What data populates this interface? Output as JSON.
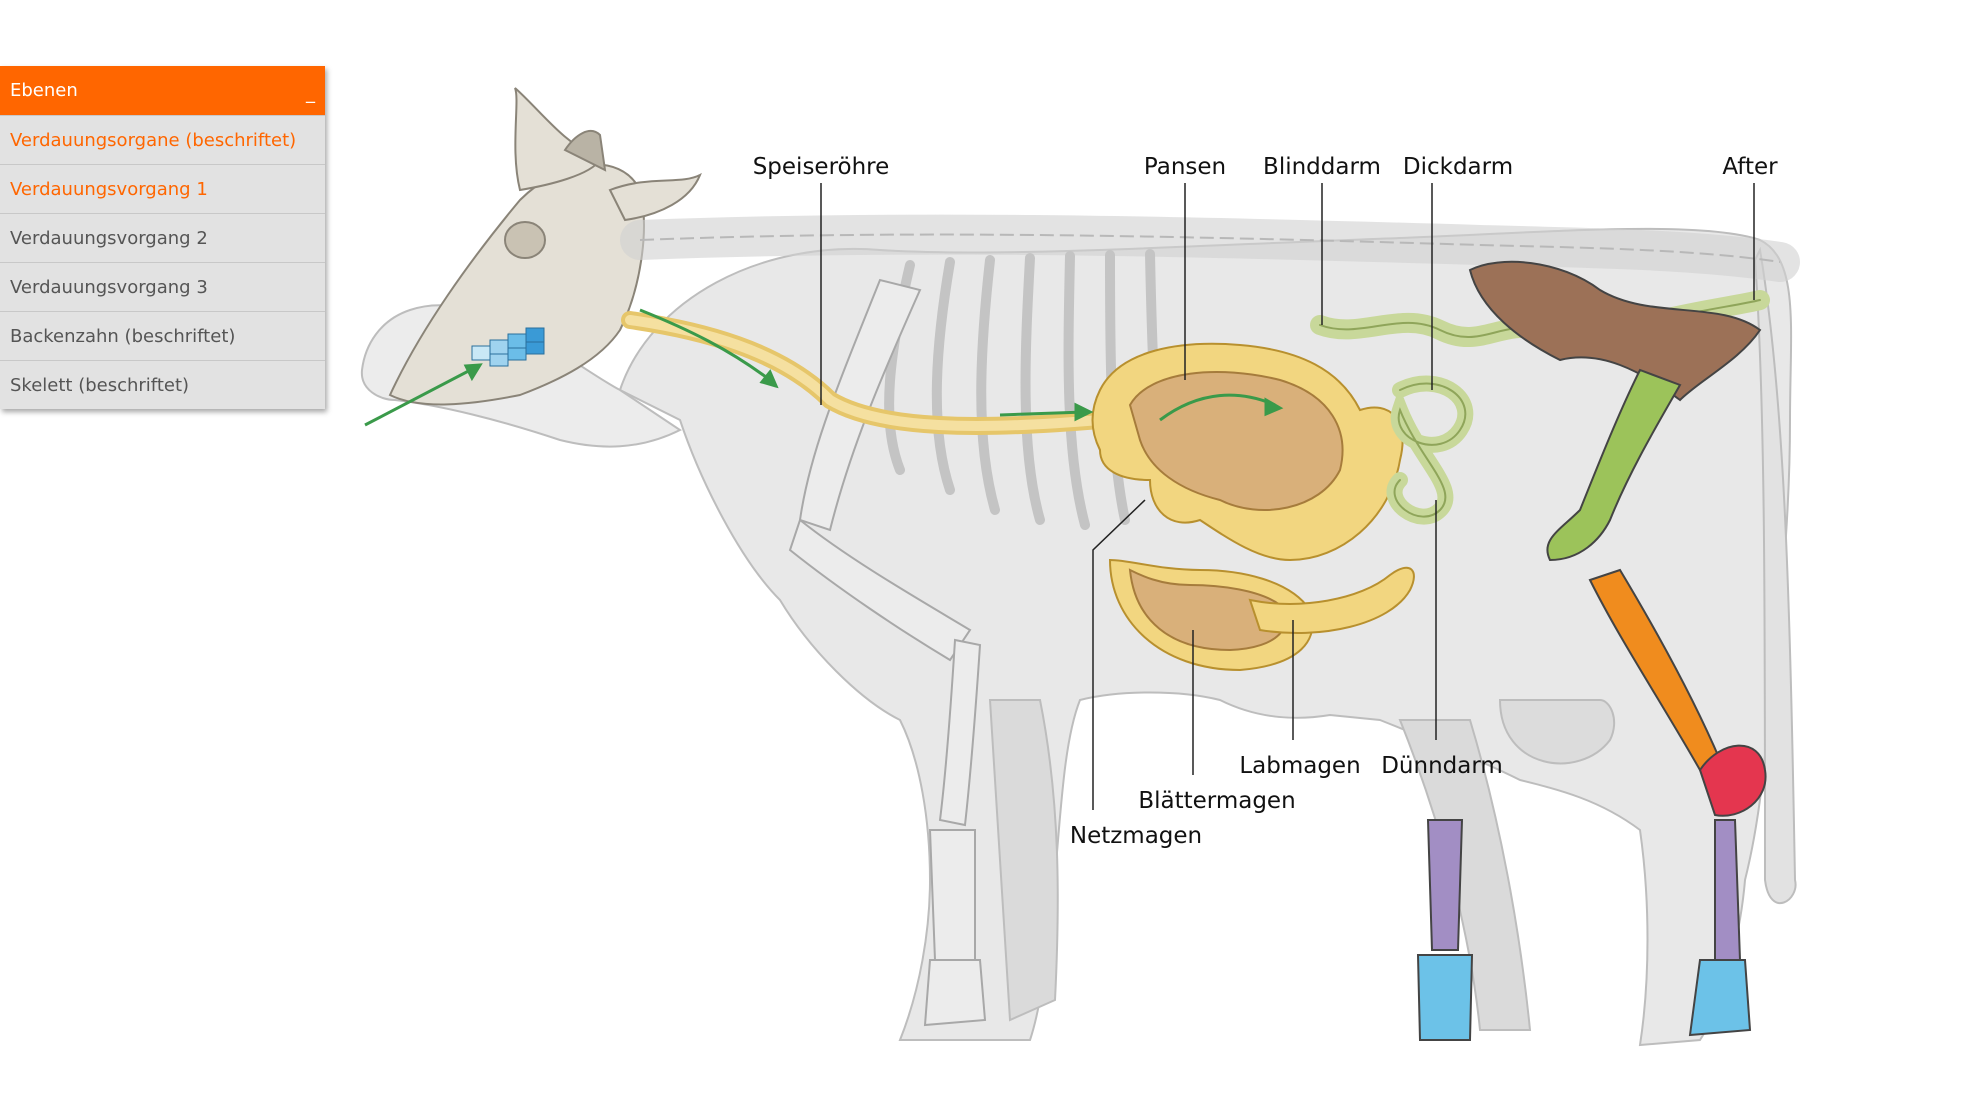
{
  "panel": {
    "title": "Ebenen",
    "collapse_symbol": "_",
    "items": [
      {
        "label": "Verdauungsorgane (beschriftet)",
        "active": true
      },
      {
        "label": "Verdauungsvorgang 1",
        "active": true
      },
      {
        "label": "Verdauungsvorgang 2",
        "active": false
      },
      {
        "label": "Verdauungsvorgang 3",
        "active": false
      },
      {
        "label": "Backenzahn (beschriftet)",
        "active": false
      },
      {
        "label": "Skelett (beschriftet)",
        "active": false
      }
    ]
  },
  "labels": {
    "speiseroehre": "Speiseröhre",
    "pansen": "Pansen",
    "blinddarm": "Blinddarm",
    "dickdarm": "Dickdarm",
    "after": "After",
    "labmagen": "Labmagen",
    "duenndarm": "Dünndarm",
    "blaettermagen": "Blättermagen",
    "netzmagen": "Netzmagen"
  },
  "colors": {
    "accent": "#ff6600",
    "panel_bg": "#e2e2e2",
    "digestive": "#f2d680",
    "stomach_inner": "#d9b07a",
    "intestine": "#c8d89a",
    "arrow": "#3a9a4a",
    "pelvis": "#9c7157",
    "femur": "#9cc35a",
    "tibia": "#f08c1e",
    "tarsus": "#e4364f",
    "metatarsus": "#a28ec4",
    "phalanges": "#6cc2e8",
    "teeth": "#3a9ad6"
  }
}
